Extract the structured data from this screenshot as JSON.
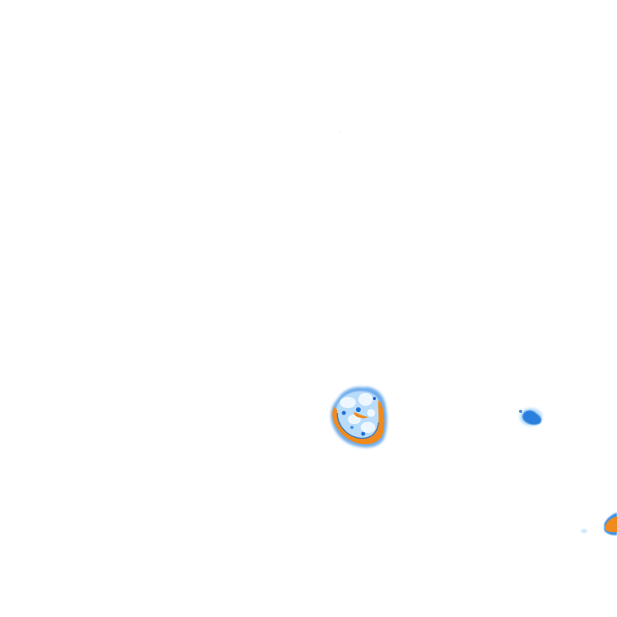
{
  "image": {
    "background_color": "#ffffff",
    "colors": {
      "orange": "#f08a1c",
      "blue_dark": "#1e6fd0",
      "blue_mid": "#3f92e6",
      "blue_light": "#b9dcfb",
      "blue_pale": "#e6f3ff"
    },
    "regions": [
      "large-cell-blob",
      "small-blue-speck",
      "edge-orange-blob",
      "tiny-pale-speck"
    ]
  }
}
